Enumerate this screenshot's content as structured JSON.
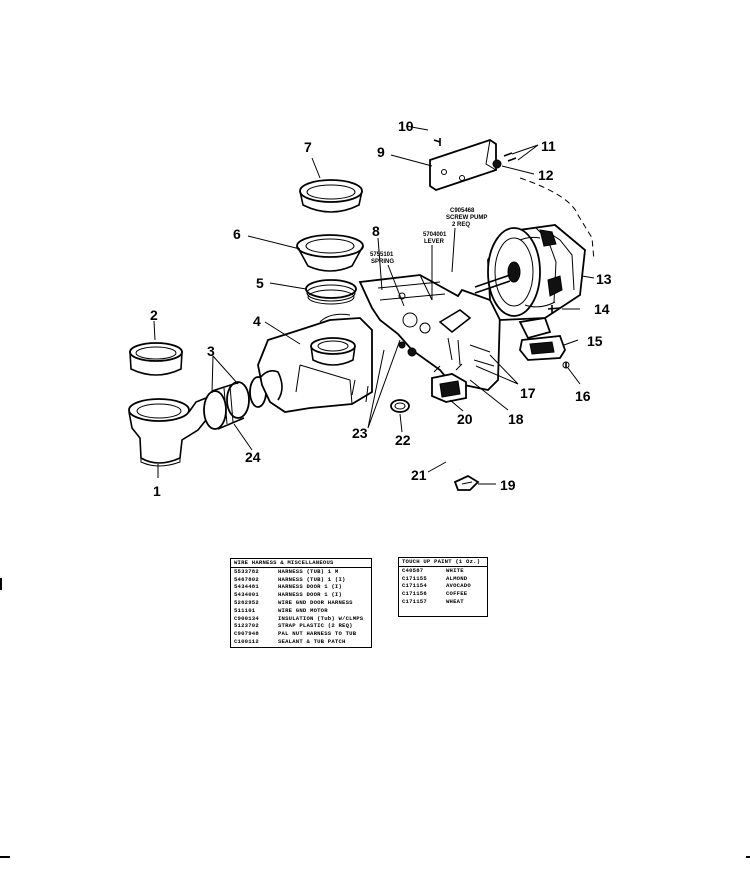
{
  "callouts": [
    "1",
    "2",
    "3",
    "4",
    "5",
    "6",
    "7",
    "8",
    "9",
    "10",
    "11",
    "12",
    "13",
    "14",
    "15",
    "16",
    "17",
    "18",
    "19",
    "20",
    "21",
    "22",
    "23",
    "24"
  ],
  "part_notes": {
    "screw_pump": [
      "C905468",
      "SCREW PUMP",
      "2 REQ"
    ],
    "lever": [
      "5704001",
      "LEVER"
    ],
    "spring": [
      "5755101",
      "SPRING"
    ]
  },
  "wire_table": {
    "title": "WIRE HARNESS & MISCELLANEOUS",
    "rows": [
      {
        "code": "5533782",
        "desc": "HARNESS (TUB) 1 M"
      },
      {
        "code": "5467802",
        "desc": "HARNESS (TUB) 1 (I)"
      },
      {
        "code": "5434481",
        "desc": "HARNESS DOOR 1 (I)"
      },
      {
        "code": "5434001",
        "desc": "HARNESS DOOR 1 (I)"
      },
      {
        "code": "5262952",
        "desc": "WIRE GND DOOR HARNESS"
      },
      {
        "code": "511101",
        "desc": "WIRE GND MOTOR"
      },
      {
        "code": "C900134",
        "desc": "INSULATION (Tub) W/CLMPS"
      },
      {
        "code": "5123702",
        "desc": "STRAP PLASTIC (2 REQ)"
      },
      {
        "code": "C907948",
        "desc": "PAL NUT HARNESS TO TUB"
      },
      {
        "code": "C100112",
        "desc": "SEALANT & TUB PATCH"
      }
    ]
  },
  "paint_table": {
    "title": "TOUCH UP PAINT (1 Oz.)",
    "rows": [
      {
        "code": "C40587",
        "desc": "WHITE"
      },
      {
        "code": "C171155",
        "desc": "ALMOND"
      },
      {
        "code": "C171154",
        "desc": "AVOCADO"
      },
      {
        "code": "C171156",
        "desc": "COFFEE"
      },
      {
        "code": "C171157",
        "desc": "WHEAT"
      }
    ]
  }
}
